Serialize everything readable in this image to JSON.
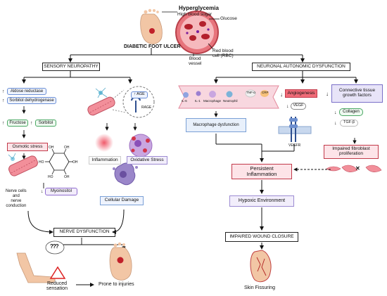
{
  "top": {
    "hyperglycemia": "Hyperglycemia",
    "high_blood_sugar": "High blood sugar",
    "glucose": "Glucose",
    "blood_vessel": "Blood\nvessel",
    "rbc": "Red blood\ncell (RBC)",
    "title": "DIABETIC FOOT ULCER"
  },
  "left": {
    "header": "SENSORY NEUROPATHY",
    "aldose": "Aldose reductase",
    "sorbitol_dh": "Sorbitol dehydrogenase",
    "fructose": "Fructose",
    "sorbitol": "Sorbitol",
    "osmotic": "Osmotic stress",
    "myo": "Myoinositol",
    "nerve_cells": "Nerve cells\nand\nnerve\nconduction",
    "age": "↑ AGE",
    "rage": "RAGE",
    "inflammation": "Inflammation",
    "oxidative": "Oxidative Stress",
    "damage": "Cellular Damage",
    "nerve_dys": "NERVE DYSFUNCTION",
    "qmark": "?",
    "reduced": "Reduced\nsensation",
    "prone": "Prone to injuries"
  },
  "right": {
    "header": "NEURONAL AUTONOMIC DYSFUNCTION",
    "cells": [
      "IL-6",
      "IL-1",
      "Macrophage",
      "Neutrophil",
      "TNF-α",
      "CRP"
    ],
    "macrophage_dys": "Macrophage dysfunction",
    "angio": "Angiogenesis",
    "vegf": "VEGF",
    "vegfr": "VEGFR",
    "ctgf": "Connective tissue\ngrowth factors",
    "collagen": "Collagen",
    "tgf": "TGF-β",
    "fibro": "Impaired fibroblast\nproliferation",
    "persistent": "Persistent\nInflammation",
    "hypoxic": "Hypoxic Environment",
    "impaired_wc": "IMPAIRED WOUND CLOSURE",
    "skin": "Skin Fissuring"
  }
}
